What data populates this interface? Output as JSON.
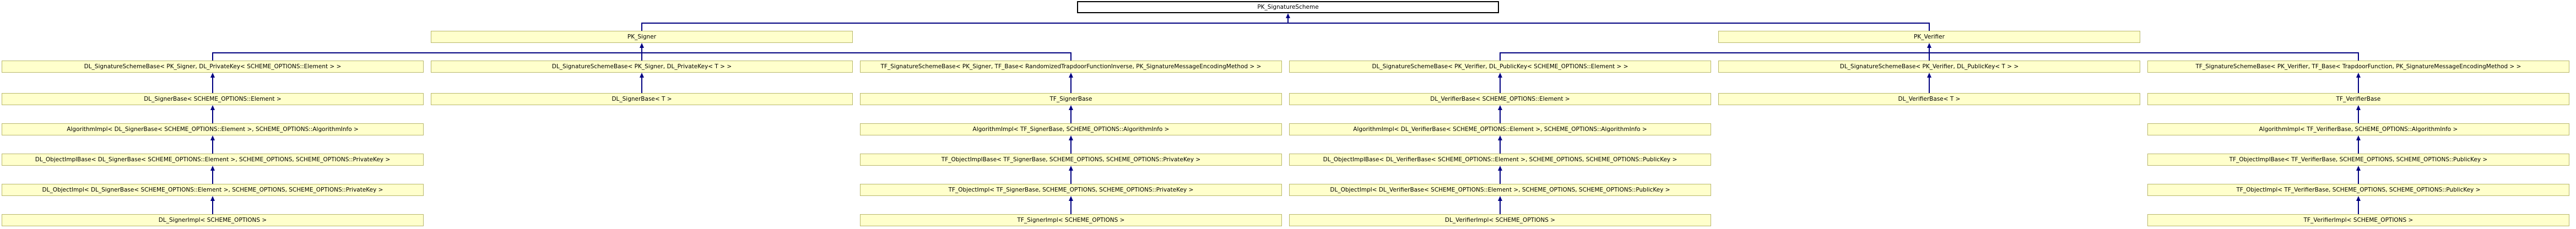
{
  "diagram": {
    "kind": "class-inheritance-diagram",
    "root_label": "PK_SignatureScheme"
  },
  "colors": {
    "node_fill": "#ffffcc",
    "node_border": "#b8b76b",
    "root_fill": "#ffffff",
    "root_border": "#000000",
    "edge": "#000080",
    "text": "#000000",
    "background": "#ffffff"
  },
  "nodes": [
    {
      "id": 0,
      "label": "PK_SignatureScheme",
      "row": 0,
      "col": 2.5,
      "root": true
    },
    {
      "id": 1,
      "label": "PK_Signer",
      "row": 1,
      "col": 1
    },
    {
      "id": 2,
      "label": "PK_Verifier",
      "row": 1,
      "col": 4
    },
    {
      "id": 3,
      "label": "DL_SignatureSchemeBase< PK_Signer, DL_PrivateKey< SCHEME_OPTIONS::Element > >",
      "row": 2,
      "col": 0
    },
    {
      "id": 4,
      "label": "DL_SignatureSchemeBase< PK_Signer, DL_PrivateKey< T > >",
      "row": 2,
      "col": 1
    },
    {
      "id": 5,
      "label": "TF_SignatureSchemeBase< PK_Signer, TF_Base< RandomizedTrapdoorFunctionInverse, PK_SignatureMessageEncodingMethod > >",
      "row": 2,
      "col": 2
    },
    {
      "id": 6,
      "label": "DL_SignatureSchemeBase< PK_Verifier, DL_PublicKey< SCHEME_OPTIONS::Element > >",
      "row": 2,
      "col": 3
    },
    {
      "id": 7,
      "label": "DL_SignatureSchemeBase< PK_Verifier, DL_PublicKey< T > >",
      "row": 2,
      "col": 4
    },
    {
      "id": 8,
      "label": "TF_SignatureSchemeBase< PK_Verifier, TF_Base< TrapdoorFunction, PK_SignatureMessageEncodingMethod > >",
      "row": 2,
      "col": 5
    },
    {
      "id": 9,
      "label": "DL_SignerBase< SCHEME_OPTIONS::Element >",
      "row": 3,
      "col": 0
    },
    {
      "id": 10,
      "label": "DL_SignerBase< T >",
      "row": 3,
      "col": 1
    },
    {
      "id": 11,
      "label": "TF_SignerBase",
      "row": 3,
      "col": 2
    },
    {
      "id": 12,
      "label": "DL_VerifierBase< SCHEME_OPTIONS::Element >",
      "row": 3,
      "col": 3
    },
    {
      "id": 13,
      "label": "DL_VerifierBase< T >",
      "row": 3,
      "col": 4
    },
    {
      "id": 14,
      "label": "TF_VerifierBase",
      "row": 3,
      "col": 5
    },
    {
      "id": 15,
      "label": "AlgorithmImpl< DL_SignerBase< SCHEME_OPTIONS::Element >, SCHEME_OPTIONS::AlgorithmInfo >",
      "row": 4,
      "col": 0
    },
    {
      "id": 16,
      "label": "AlgorithmImpl< TF_SignerBase, SCHEME_OPTIONS::AlgorithmInfo >",
      "row": 4,
      "col": 2
    },
    {
      "id": 17,
      "label": "AlgorithmImpl< DL_VerifierBase< SCHEME_OPTIONS::Element >, SCHEME_OPTIONS::AlgorithmInfo >",
      "row": 4,
      "col": 3
    },
    {
      "id": 18,
      "label": "AlgorithmImpl< TF_VerifierBase, SCHEME_OPTIONS::AlgorithmInfo >",
      "row": 4,
      "col": 5
    },
    {
      "id": 19,
      "label": "DL_ObjectImplBase< DL_SignerBase< SCHEME_OPTIONS::Element >, SCHEME_OPTIONS, SCHEME_OPTIONS::PrivateKey >",
      "row": 5,
      "col": 0
    },
    {
      "id": 20,
      "label": "TF_ObjectImplBase< TF_SignerBase, SCHEME_OPTIONS, SCHEME_OPTIONS::PrivateKey >",
      "row": 5,
      "col": 2
    },
    {
      "id": 21,
      "label": "DL_ObjectImplBase< DL_VerifierBase< SCHEME_OPTIONS::Element >, SCHEME_OPTIONS, SCHEME_OPTIONS::PublicKey >",
      "row": 5,
      "col": 3
    },
    {
      "id": 22,
      "label": "TF_ObjectImplBase< TF_VerifierBase, SCHEME_OPTIONS, SCHEME_OPTIONS::PublicKey >",
      "row": 5,
      "col": 5
    },
    {
      "id": 23,
      "label": "DL_ObjectImpl< DL_SignerBase< SCHEME_OPTIONS::Element >, SCHEME_OPTIONS, SCHEME_OPTIONS::PrivateKey >",
      "row": 6,
      "col": 0
    },
    {
      "id": 24,
      "label": "TF_ObjectImpl< TF_SignerBase, SCHEME_OPTIONS, SCHEME_OPTIONS::PrivateKey >",
      "row": 6,
      "col": 2
    },
    {
      "id": 25,
      "label": "DL_ObjectImpl< DL_VerifierBase< SCHEME_OPTIONS::Element >, SCHEME_OPTIONS, SCHEME_OPTIONS::PublicKey >",
      "row": 6,
      "col": 3
    },
    {
      "id": 26,
      "label": "TF_ObjectImpl< TF_VerifierBase, SCHEME_OPTIONS, SCHEME_OPTIONS::PublicKey >",
      "row": 6,
      "col": 5
    },
    {
      "id": 27,
      "label": "DL_SignerImpl< SCHEME_OPTIONS >",
      "row": 7,
      "col": 0
    },
    {
      "id": 28,
      "label": "TF_SignerImpl< SCHEME_OPTIONS >",
      "row": 7,
      "col": 2
    },
    {
      "id": 29,
      "label": "DL_VerifierImpl< SCHEME_OPTIONS >",
      "row": 7,
      "col": 3
    },
    {
      "id": 30,
      "label": "TF_VerifierImpl< SCHEME_OPTIONS >",
      "row": 7,
      "col": 5
    },
    {
      "id": 31,
      "label": "DL_VerifierImpl< SCHEME_OPTIONS >",
      "row": 7,
      "col": 3,
      "hidden": true
    }
  ],
  "group_edges": [
    {
      "parent": 0,
      "children": [
        1,
        2
      ]
    },
    {
      "parent": 1,
      "children": [
        3,
        4,
        5
      ]
    },
    {
      "parent": 2,
      "children": [
        6,
        7,
        8
      ]
    }
  ],
  "chain_edges": [
    [
      3,
      9
    ],
    [
      4,
      10
    ],
    [
      5,
      11
    ],
    [
      6,
      12
    ],
    [
      7,
      13
    ],
    [
      8,
      14
    ],
    [
      9,
      15
    ],
    [
      11,
      16
    ],
    [
      12,
      17
    ],
    [
      14,
      18
    ],
    [
      15,
      19
    ],
    [
      16,
      20
    ],
    [
      17,
      21
    ],
    [
      18,
      22
    ],
    [
      19,
      23
    ],
    [
      20,
      24
    ],
    [
      21,
      25
    ],
    [
      22,
      26
    ],
    [
      23,
      27
    ],
    [
      24,
      28
    ],
    [
      25,
      29
    ],
    [
      26,
      30
    ]
  ]
}
